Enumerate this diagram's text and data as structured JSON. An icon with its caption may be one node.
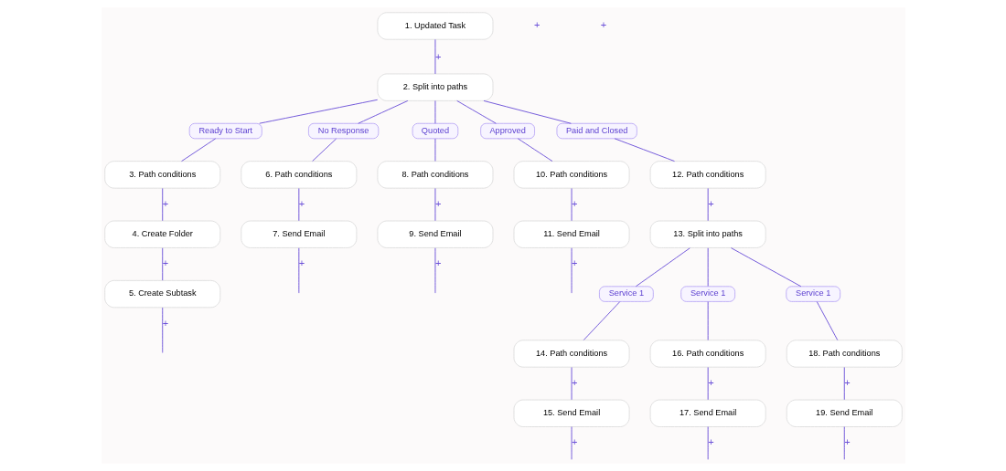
{
  "diagram": {
    "nodes": [
      {
        "text": [
          "1. Updated Task"
        ]
      },
      {
        "text": [
          "2. Split into paths"
        ]
      },
      {
        "text": [
          "Ready to Start"
        ]
      },
      {
        "text": [
          "No Response"
        ]
      },
      {
        "text": [
          "Quoted"
        ]
      },
      {
        "text": [
          "Approved"
        ]
      },
      {
        "text": [
          "Paid and Closed"
        ]
      },
      {
        "text": [
          "3. Path conditions"
        ]
      },
      {
        "text": [
          "6. Path conditions"
        ]
      },
      {
        "text": [
          "8. Path conditions"
        ]
      },
      {
        "text": [
          "10. Path conditions"
        ]
      },
      {
        "text": [
          "12. Path conditions"
        ]
      },
      {
        "text": [
          "4. Create Folder"
        ]
      },
      {
        "text": [
          "7. Send Email"
        ]
      },
      {
        "text": [
          "9. Send Email"
        ]
      },
      {
        "text": [
          "11. Send Email"
        ]
      },
      {
        "text": [
          "13. Split into paths"
        ]
      },
      {
        "text": [
          "5. Create Subtask"
        ]
      },
      {
        "text": [
          "Service 1"
        ]
      },
      {
        "text": [
          "Service 1"
        ]
      },
      {
        "text": [
          "Service 1"
        ]
      },
      {
        "text": [
          "14. Path conditions"
        ]
      },
      {
        "text": [
          "16. Path conditions"
        ]
      },
      {
        "text": [
          "18. Path conditions"
        ]
      },
      {
        "text": [
          "15. Send Email"
        ]
      },
      {
        "text": [
          "17. Send Email"
        ]
      },
      {
        "text": [
          "19. Send Email"
        ]
      }
    ],
    "edges": [
      {
        "from": 0,
        "to": 1,
        "arrow": "none",
        "label": "+"
      },
      {
        "from": 1,
        "to": 2,
        "arrow": "none"
      },
      {
        "from": 1,
        "to": 3,
        "arrow": "none"
      },
      {
        "from": 1,
        "to": 4,
        "arrow": "none"
      },
      {
        "from": 1,
        "to": 5,
        "arrow": "none"
      },
      {
        "from": 1,
        "to": 6,
        "arrow": "none"
      },
      {
        "from": 2,
        "to": 7,
        "arrow": "none"
      },
      {
        "from": 3,
        "to": 8,
        "arrow": "none"
      },
      {
        "from": 4,
        "to": 9,
        "arrow": "none"
      },
      {
        "from": 5,
        "to": 10,
        "arrow": "none"
      },
      {
        "from": 6,
        "to": 11,
        "arrow": "none"
      },
      {
        "from": 7,
        "to": 12,
        "arrow": "none",
        "label": "+"
      },
      {
        "from": 8,
        "to": 13,
        "arrow": "none",
        "label": "+"
      },
      {
        "from": 9,
        "to": 14,
        "arrow": "none",
        "label": "+"
      },
      {
        "from": 10,
        "to": 15,
        "arrow": "none",
        "label": "+"
      },
      {
        "from": 11,
        "to": 16,
        "arrow": "none",
        "label": "+"
      },
      {
        "from": 12,
        "to": 17,
        "arrow": "none",
        "label": "+"
      },
      {
        "from": 17,
        "to": null,
        "arrow": "none",
        "label": "+"
      },
      {
        "from": 13,
        "to": null,
        "arrow": "none",
        "label": "+"
      },
      {
        "from": 14,
        "to": null,
        "arrow": "none",
        "label": "+"
      },
      {
        "from": 15,
        "to": null,
        "arrow": "none",
        "label": "+"
      },
      {
        "from": 16,
        "to": 18,
        "arrow": "none"
      },
      {
        "from": 16,
        "to": 19,
        "arrow": "none"
      },
      {
        "from": 16,
        "to": 20,
        "arrow": "none"
      },
      {
        "from": 18,
        "to": 21,
        "arrow": "none"
      },
      {
        "from": 19,
        "to": 22,
        "arrow": "none"
      },
      {
        "from": 20,
        "to": 23,
        "arrow": "none"
      },
      {
        "from": 21,
        "to": 24,
        "arrow": "none",
        "label": "+"
      },
      {
        "from": 22,
        "to": 25,
        "arrow": "none",
        "label": "+"
      },
      {
        "from": 23,
        "to": 26,
        "arrow": "none",
        "label": "+"
      },
      {
        "from": 24,
        "to": null,
        "arrow": "none",
        "label": "+"
      },
      {
        "from": 25,
        "to": null,
        "arrow": "none",
        "label": "+"
      },
      {
        "from": 26,
        "to": null,
        "arrow": "none",
        "label": "+"
      }
    ],
    "labels": [
      "+",
      "+"
    ]
  }
}
